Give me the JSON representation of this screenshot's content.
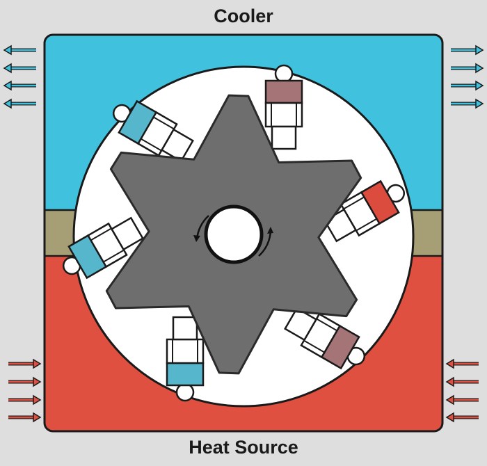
{
  "diagram": {
    "top_label": "Cooler",
    "bottom_label": "Heat Source"
  },
  "colors": {
    "background": "#dedede",
    "cooler": "#40c2de",
    "heat_source": "#e05040",
    "insulation": "#a69f76",
    "rotor": "#6e6e6e",
    "cold_cylinder": "#56b6cc",
    "warm_cylinder": "#a47476",
    "hot_cylinder": "#db4c3f",
    "outline": "#1a1a1a"
  },
  "cylinders": [
    {
      "id": "top-right",
      "state": "warm"
    },
    {
      "id": "right",
      "state": "hot"
    },
    {
      "id": "bottom-right",
      "state": "warm"
    },
    {
      "id": "bottom",
      "state": "cold"
    },
    {
      "id": "left",
      "state": "cold"
    },
    {
      "id": "top-left",
      "state": "cold"
    }
  ]
}
